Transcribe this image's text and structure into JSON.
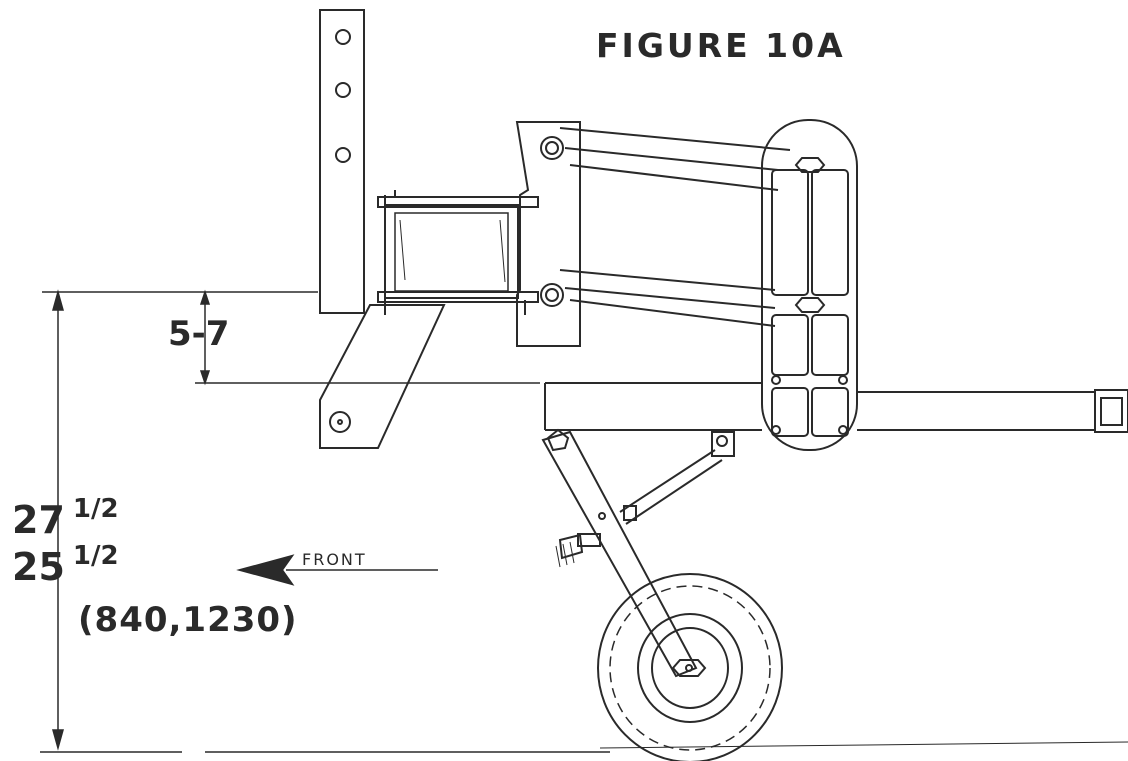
{
  "figure": {
    "title": "FIGURE 10A"
  },
  "dimensions": {
    "gap": "5-7",
    "height_a_whole": "27",
    "height_a_frac": "1/2",
    "height_b_whole": "25",
    "height_b_frac": "1/2",
    "metric": "(840,1230)"
  },
  "direction": {
    "label": "FRONT"
  },
  "colors": {
    "ink": "#2a2a2a"
  }
}
